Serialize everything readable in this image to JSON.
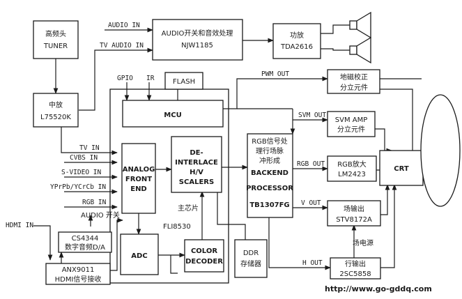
{
  "blocks": {
    "tuner": [
      "高频头",
      "TUNER"
    ],
    "if_amp": [
      "中放",
      "L75520K"
    ],
    "audio_proc": [
      "AUDIO开关和音效处理",
      "NJW1185"
    ],
    "power_amp": [
      "功放",
      "TDA2616"
    ],
    "geomag": [
      "地磁校正",
      "分立元件"
    ],
    "svm_amp": [
      "SVM AMP",
      "分立元件"
    ],
    "flash": "FLASH",
    "mcu": "MCU",
    "afe": [
      "ANALOG",
      "FRONT",
      "END"
    ],
    "deinterlace": [
      "DE-",
      "INTERLACE",
      "H/V",
      "SCALERS"
    ],
    "main_chip": "主芯片",
    "fli": "FLI8530",
    "adc": "ADC",
    "color_dec": [
      "COLOR",
      "DECODER"
    ],
    "ddr": [
      "DDR",
      "存储器"
    ],
    "rgb_proc": [
      "RGB信号处",
      "理行场脉",
      "冲形成",
      "BACKEND",
      "PROCESSOR",
      "TB1307FG"
    ],
    "rgb_amp": [
      "RGB放大",
      "LM2423"
    ],
    "crt": "CRT",
    "field_out": [
      "场输出",
      "STV8172A"
    ],
    "line_out": [
      "行输出",
      "2SC5858"
    ],
    "cs4344": [
      "CS4344",
      "数字音频D/A"
    ],
    "anx": [
      "ANX9011",
      "HDMI信号接收"
    ]
  },
  "signals": {
    "audio_in": "AUDIO IN",
    "tv_audio_in": "TV AUDIO IN",
    "gpio": "GPIO",
    "ir": "IR",
    "pwm_out": "PWM OUT",
    "svm_out": "SVM OUT",
    "rgb_out": "RGB OUT",
    "v_out": "V OUT",
    "h_out": "H OUT",
    "field_power": "场电源",
    "tv_in": "TV IN",
    "cvbs_in": "CVBS IN",
    "svideo_in": "S-VIDEO IN",
    "ypbpr_in": "YPrPb/YCrCb IN",
    "rgb_in": "RGB IN",
    "audio_switch": "AUDIO 开关",
    "hdmi_in": "HDMI IN"
  },
  "watermark": "http://www.go-gddq.com"
}
